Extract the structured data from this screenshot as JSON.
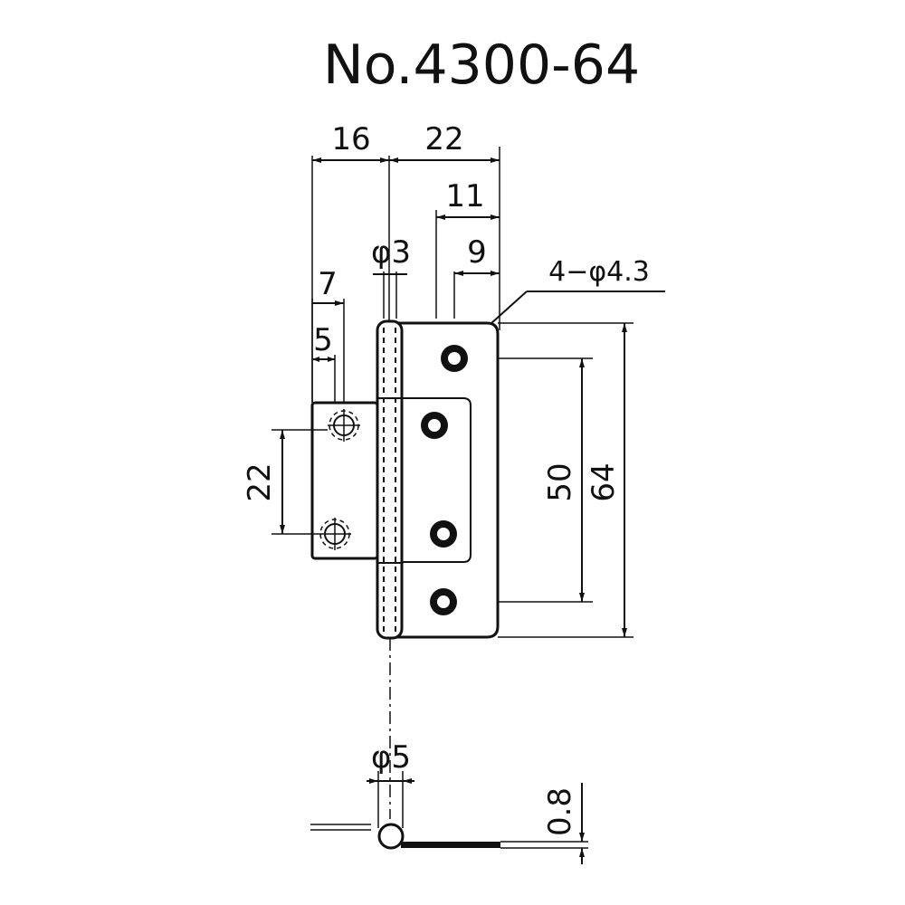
{
  "title": "No.4300-64",
  "dimensions": {
    "top_left_width": "16",
    "top_right_width": "22",
    "hole_offset_11": "11",
    "hole_offset_9": "9",
    "pin_diameter": "φ3",
    "holes_callout": "4−φ4.3",
    "small_offset_7": "7",
    "small_offset_5": "5",
    "left_hole_pitch": "22",
    "right_hole_pitch": "50",
    "total_height": "64",
    "knuckle_diameter": "φ5",
    "thickness": "0.8"
  }
}
